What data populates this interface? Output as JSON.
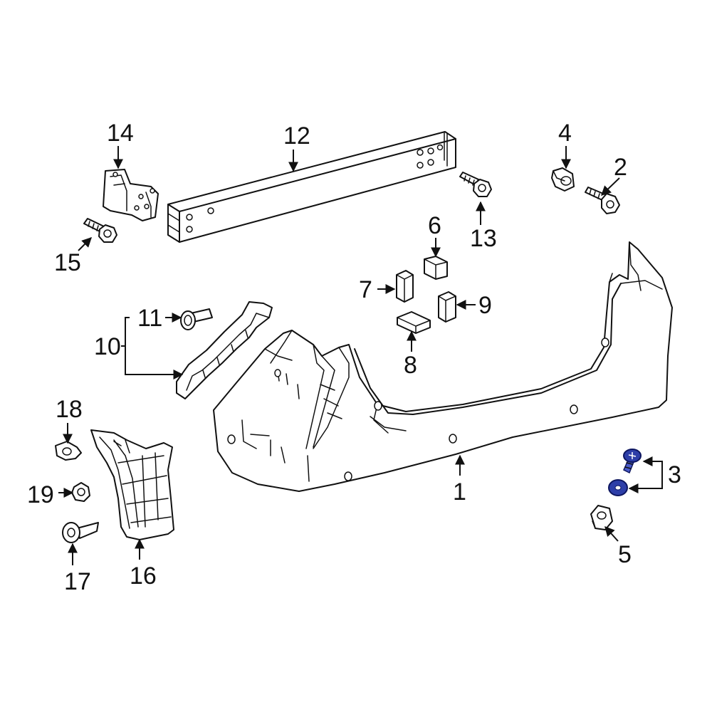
{
  "callouts": {
    "c1": "1",
    "c2": "2",
    "c3": "3",
    "c4": "4",
    "c5": "5",
    "c6": "6",
    "c7": "7",
    "c8": "8",
    "c9": "9",
    "c10": "10",
    "c11": "11",
    "c12": "12",
    "c13": "13",
    "c14": "14",
    "c15": "15",
    "c16": "16",
    "c17": "17",
    "c18": "18",
    "c19": "19"
  },
  "colors": {
    "line": "#111111",
    "highlight": "#2d3ea8",
    "highlight_light": "#4a5bc9",
    "background": "#ffffff"
  },
  "highlighted_parts": [
    "3"
  ]
}
